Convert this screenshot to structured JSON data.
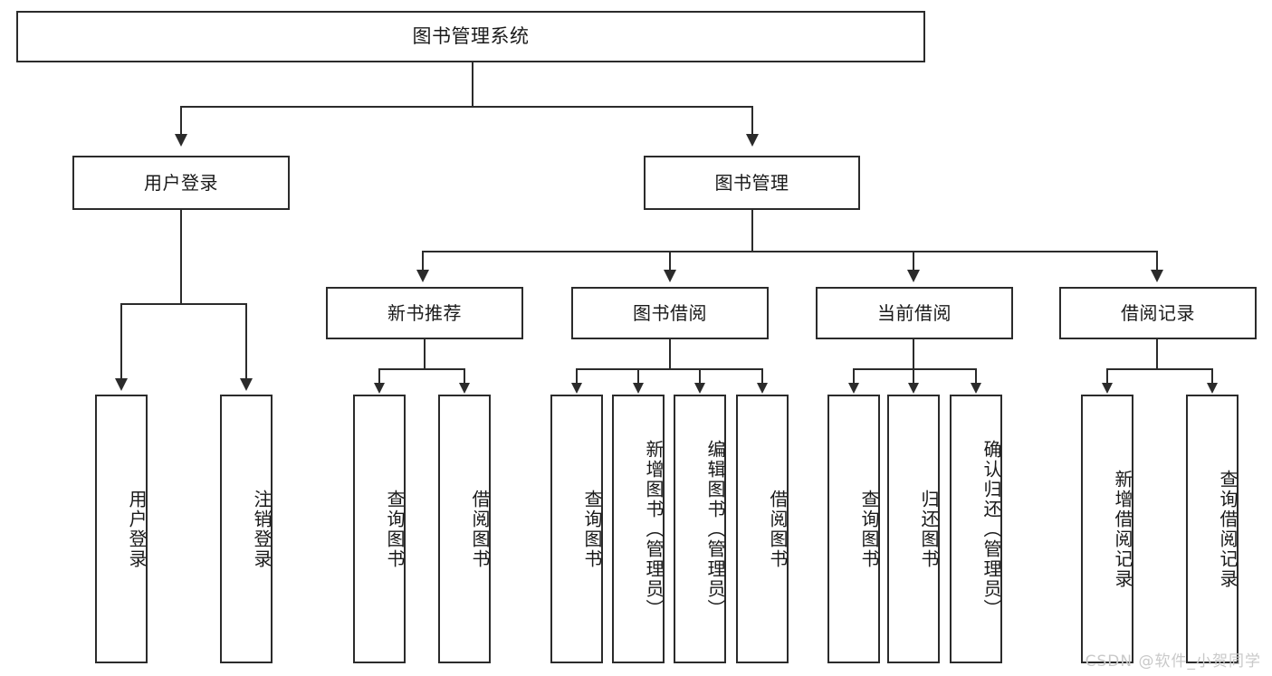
{
  "diagram": {
    "title": "图书管理系统",
    "type": "功能结构图",
    "root": {
      "label": "图书管理系统"
    },
    "level2": [
      {
        "label": "用户登录"
      },
      {
        "label": "图书管理"
      }
    ],
    "level3": [
      {
        "label": "新书推荐",
        "parent": "图书管理"
      },
      {
        "label": "图书借阅",
        "parent": "图书管理"
      },
      {
        "label": "当前借阅",
        "parent": "图书管理"
      },
      {
        "label": "借阅记录",
        "parent": "图书管理"
      }
    ],
    "leaves": [
      {
        "label": "用户登录",
        "parent": "用户登录"
      },
      {
        "label": "注销登录",
        "parent": "用户登录"
      },
      {
        "label": "查询图书",
        "parent": "新书推荐"
      },
      {
        "label": "借阅图书",
        "parent": "新书推荐"
      },
      {
        "label": "查询图书",
        "parent": "图书借阅"
      },
      {
        "label": "新增图书（管理员）",
        "parent": "图书借阅"
      },
      {
        "label": "编辑图书（管理员）",
        "parent": "图书借阅"
      },
      {
        "label": "借阅图书",
        "parent": "图书借阅"
      },
      {
        "label": "查询图书",
        "parent": "当前借阅"
      },
      {
        "label": "归还图书",
        "parent": "当前借阅"
      },
      {
        "label": "确认归还（管理员）",
        "parent": "当前借阅"
      },
      {
        "label": "新增借阅记录",
        "parent": "借阅记录"
      },
      {
        "label": "查询借阅记录",
        "parent": "借阅记录"
      }
    ],
    "watermark": "CSDN @软件_小贺同学",
    "colors": {
      "stroke": "#2b2b2b",
      "fill": "#ffffff",
      "text": "#1a1a1a",
      "watermark": "#c9c9c9"
    }
  }
}
